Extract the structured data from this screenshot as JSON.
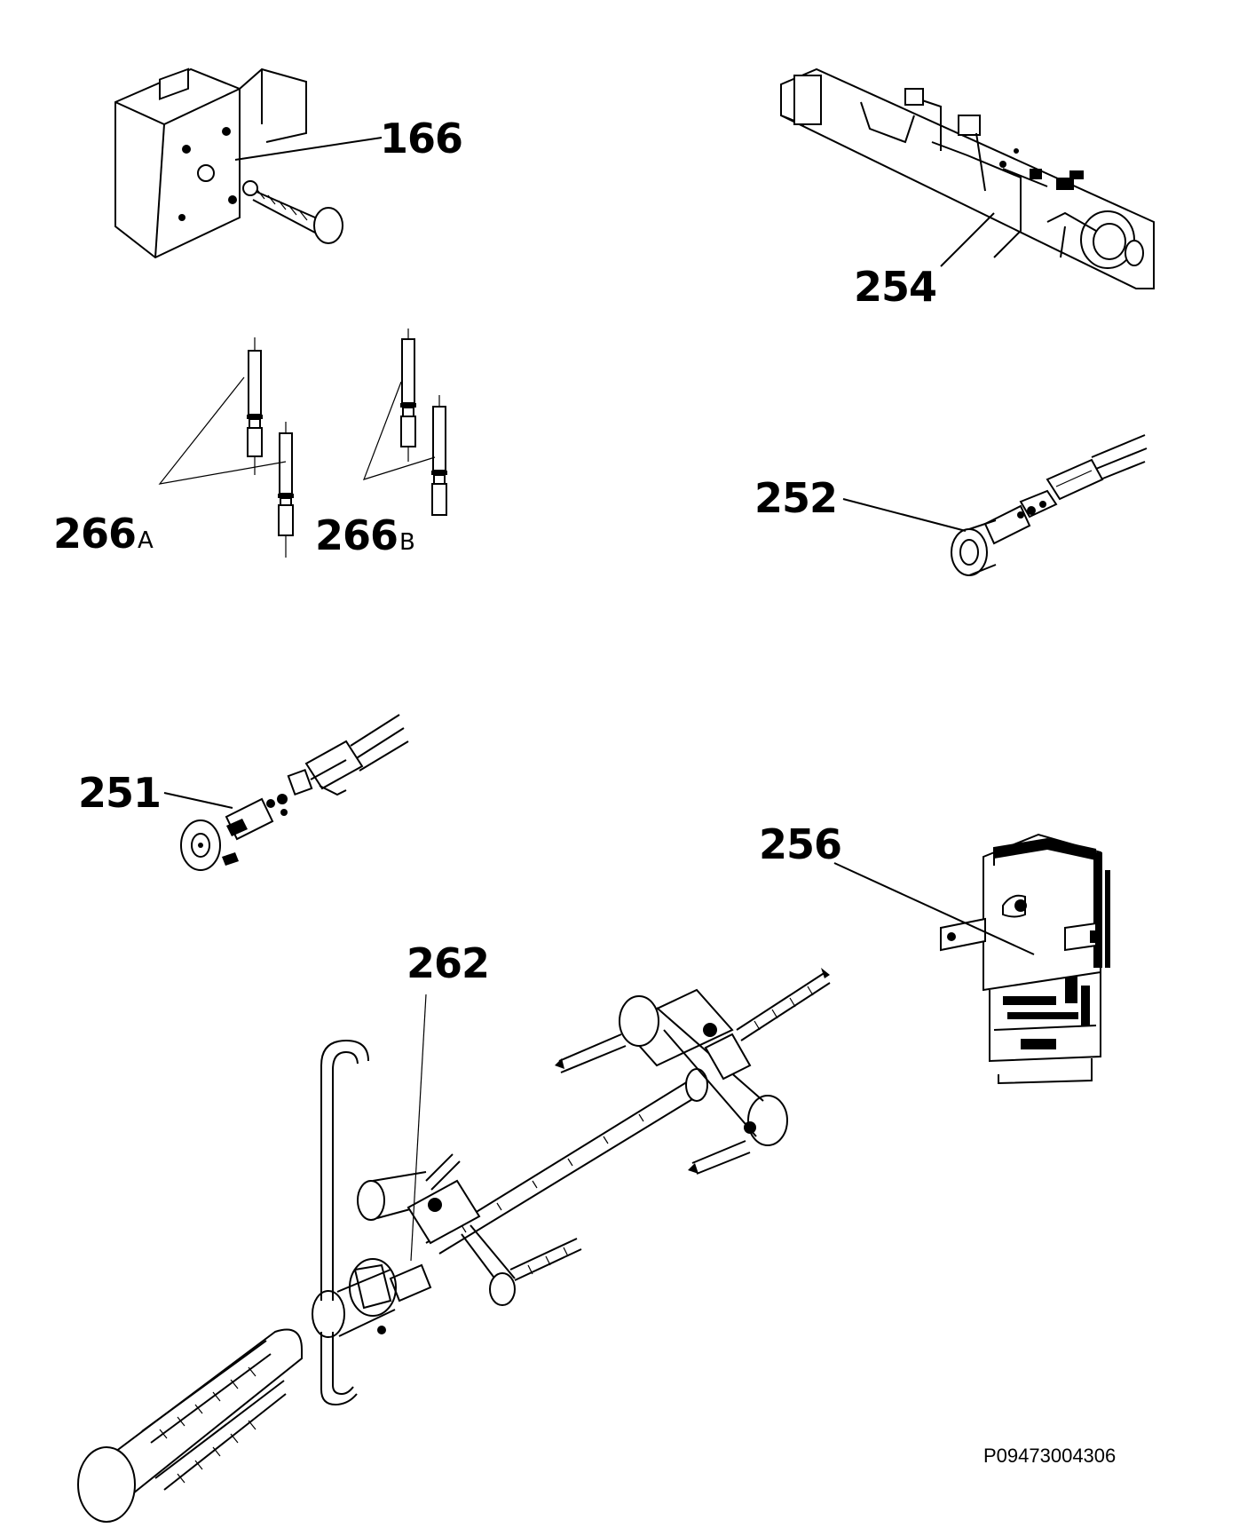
{
  "labels": {
    "p166": "166",
    "p254": "254",
    "p266a": "266",
    "p266a_sub": "A",
    "p266b": "266",
    "p266b_sub": "B",
    "p252": "252",
    "p251": "251",
    "p256": "256",
    "p262": "262"
  },
  "drawing_code": "P09473004306"
}
